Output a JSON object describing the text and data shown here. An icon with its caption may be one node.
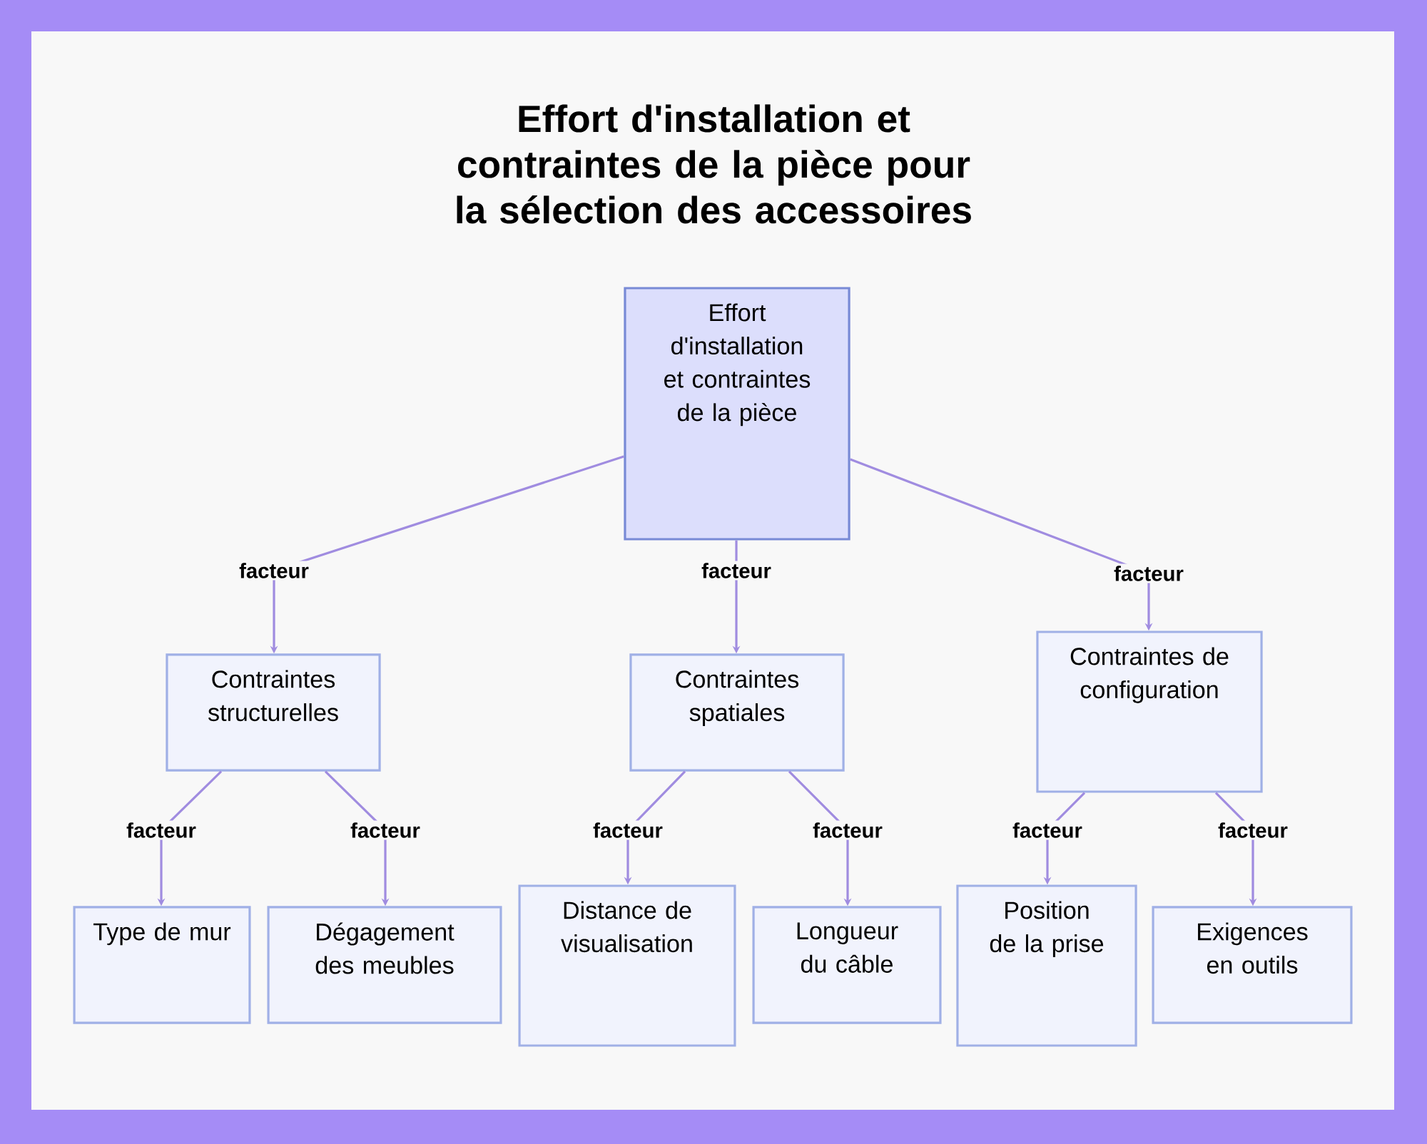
{
  "diagram": {
    "title": "Effort d'installation et contraintes de la pièce pour la sélection des accessoires",
    "nodes": [
      {
        "text": [
          "Effort d'installation et contraintes de la pièce"
        ]
      },
      {
        "text": [
          "Contraintes structurelles"
        ]
      },
      {
        "text": [
          "Contraintes spatiales"
        ]
      },
      {
        "text": [
          "Contraintes de configuration"
        ]
      },
      {
        "text": [
          "Type de mur"
        ]
      },
      {
        "text": [
          "Dégagement des meubles"
        ]
      },
      {
        "text": [
          "Distance de visualisation"
        ]
      },
      {
        "text": [
          "Longueur du câble"
        ]
      },
      {
        "text": [
          "Position de la prise"
        ]
      },
      {
        "text": [
          "Exigences en outils"
        ]
      }
    ],
    "edges": [
      {
        "from": 0,
        "to": 1,
        "arrow": "to",
        "label": "facteur"
      },
      {
        "from": 0,
        "to": 2,
        "arrow": "to",
        "label": "facteur"
      },
      {
        "from": 0,
        "to": 3,
        "arrow": "to",
        "label": "facteur"
      },
      {
        "from": 1,
        "to": 4,
        "arrow": "to",
        "label": "facteur"
      },
      {
        "from": 1,
        "to": 5,
        "arrow": "to",
        "label": "facteur"
      },
      {
        "from": 2,
        "to": 6,
        "arrow": "to",
        "label": "facteur"
      },
      {
        "from": 2,
        "to": 7,
        "arrow": "to",
        "label": "facteur"
      },
      {
        "from": 3,
        "to": 8,
        "arrow": "to",
        "label": "facteur"
      },
      {
        "from": 3,
        "to": 9,
        "arrow": "to",
        "label": "facteur"
      }
    ]
  }
}
